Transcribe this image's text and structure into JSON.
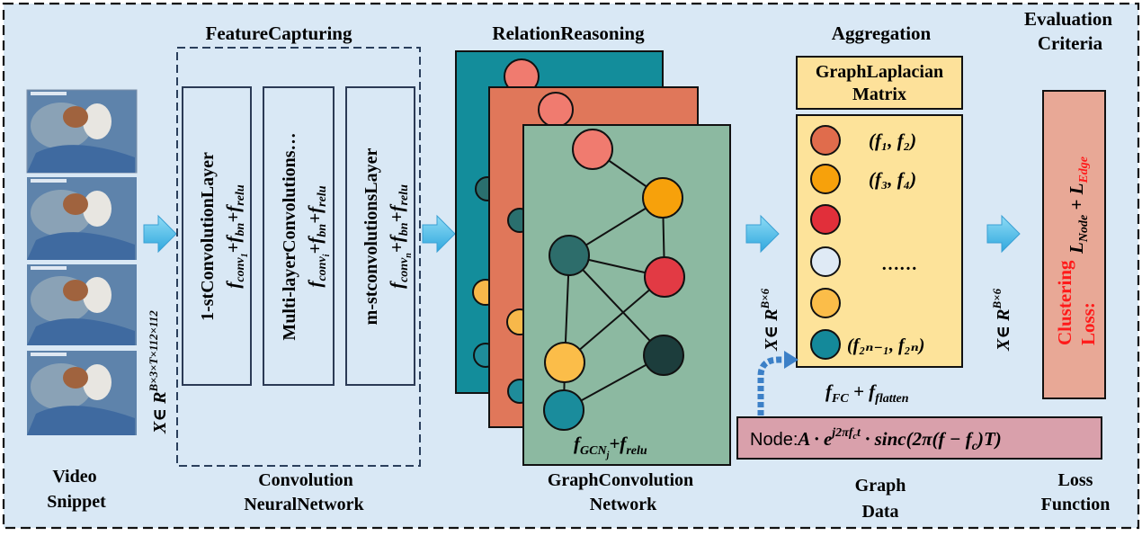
{
  "sections": {
    "feature_capturing": "FeatureCapturing",
    "relation_reasoning": "RelationReasoning",
    "aggregation": "Aggregation",
    "evaluation_line1": "Evaluation",
    "evaluation_line2": "Criteria"
  },
  "bottom_labels": {
    "video_line1": "Video",
    "video_line2": "Snippet",
    "cnn_line1": "Convolution",
    "cnn_line2": "NeuralNetwork",
    "gcn_line1": "GraphConvolution",
    "gcn_line2": "Network",
    "graph_line1": "Graph",
    "graph_line2": "Data",
    "loss_line1": "Loss",
    "loss_line2": "Function"
  },
  "input_shape": {
    "prefix": "X∈ ",
    "base": "R",
    "exponent": "B×3×T×112×112"
  },
  "cnn_layers": [
    {
      "title": "1-stConvolutionLayer",
      "formula_f": "f",
      "formula_sub": "conv",
      "formula_subsub": "1",
      "formula_rest": "+f",
      "bn": "bn",
      "plus": "+f",
      "relu": "relu"
    },
    {
      "title": "Multi-layerConvolutions…",
      "formula_f": "f",
      "formula_sub": "conv",
      "formula_subsub": "i",
      "formula_rest": "+f",
      "bn": "bn",
      "plus": "+f",
      "relu": "relu"
    },
    {
      "title": "m-stconvolutionsLayer",
      "formula_f": "f",
      "formula_sub": "conv",
      "formula_subsub": "n",
      "formula_rest": "+f",
      "bn": "bn",
      "plus": "+f",
      "relu": "relu"
    }
  ],
  "gcn_formula": {
    "f": "f",
    "sub": "GCN",
    "subsub": "j",
    "plus": "+f",
    "relu": "relu"
  },
  "graph_shape": {
    "prefix": "X∈ ",
    "base": "R",
    "exponent": "B×6"
  },
  "laplacian": {
    "line1": "GraphLaplacian",
    "line2": "Matrix"
  },
  "node_list": {
    "pair1": "(f₁, f₂)",
    "pair2": "(f₃, f₄)",
    "dots": "……",
    "pair_last": "(f₂ₙ₋₁, f₂ₙ)"
  },
  "fc_formula": "f_FC + f_flatten",
  "fc_parts": {
    "f1": "f",
    "s1": "FC",
    "plus": " + f",
    "s2": "flatten"
  },
  "node_eq": {
    "prefix": "Node:",
    "A": "A · e",
    "exp": "j2πf",
    "exp_sub": "c",
    "exp_t": "t",
    "rest1": " · sinc(2π(f − f",
    "rest_sub": "c",
    "rest2": ")T)"
  },
  "loss_shape": {
    "prefix": "X∈ ",
    "base": "R",
    "exponent": "B×6"
  },
  "loss_box": {
    "line1": "Clustering",
    "line2": "Loss:",
    "L1": "L",
    "s1": "Node",
    "plus": " + L",
    "s2": "Edge"
  },
  "colors": {
    "background": "#d9e8f5",
    "panel_teal": "#138d9b",
    "panel_orange": "#e0775a",
    "panel_green": "#8cb9a1",
    "laplacian_fill": "#fde19a",
    "node_list_fill": "#fde39a",
    "loss_fill": "#e8a896",
    "loss_text": "#ff1a1a",
    "node_eq_fill": "#d9a0ab",
    "arrow_fill": "#5cc4ec"
  }
}
